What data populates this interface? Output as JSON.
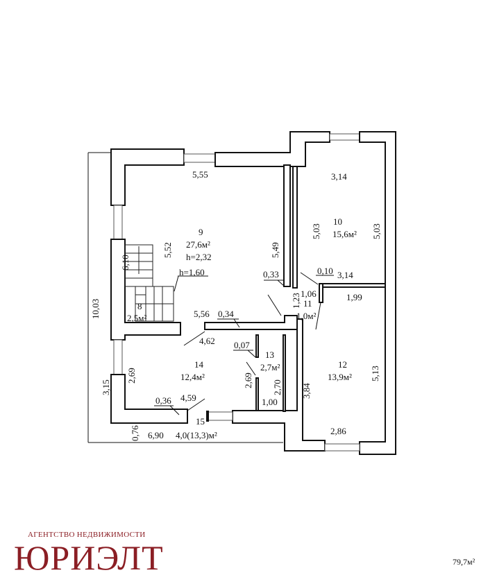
{
  "plan": {
    "rooms": [
      {
        "number": "9",
        "area": "27,6м²",
        "height": "h=2,32"
      },
      {
        "number": "8",
        "area": "2,5м²",
        "height": "h=1,60"
      },
      {
        "number": "10",
        "area": "15,6м²"
      },
      {
        "number": "11",
        "area": "1,0м²"
      },
      {
        "number": "12",
        "area": "13,9м²"
      },
      {
        "number": "13",
        "area": "2,7м²"
      },
      {
        "number": "14",
        "area": "12,4м²"
      },
      {
        "number": "15",
        "area": "4,0(13,3)м²"
      }
    ],
    "dimensions": {
      "d555": "5,55",
      "d552": "5,52",
      "d549": "5,49",
      "d033": "0,33",
      "d556": "5,56",
      "d034": "0,34",
      "d610": "6,10",
      "d1003": "10,03",
      "d315": "3,15",
      "d269a": "2,69",
      "d462": "4,62",
      "d007": "0,07",
      "d269b": "2,69",
      "d270": "2,70",
      "d100": "1,00",
      "d036": "0,36",
      "d459": "4,59",
      "d076": "0,76",
      "d690": "6,90",
      "d314a": "3,14",
      "d503a": "5,03",
      "d503b": "5,03",
      "d010": "0,10",
      "d314b": "3,14",
      "d123": "1,23",
      "d106": "1,06",
      "d199": "1,99",
      "d384": "3,84",
      "d513": "5,13",
      "d286": "2,86"
    }
  },
  "brand": {
    "subtitle": "АГЕНТСТВО НЕДВИЖИМОСТИ",
    "name": "ЮРИЭЛТ",
    "color": "#8b1e24"
  },
  "total_area": "79,7м²"
}
